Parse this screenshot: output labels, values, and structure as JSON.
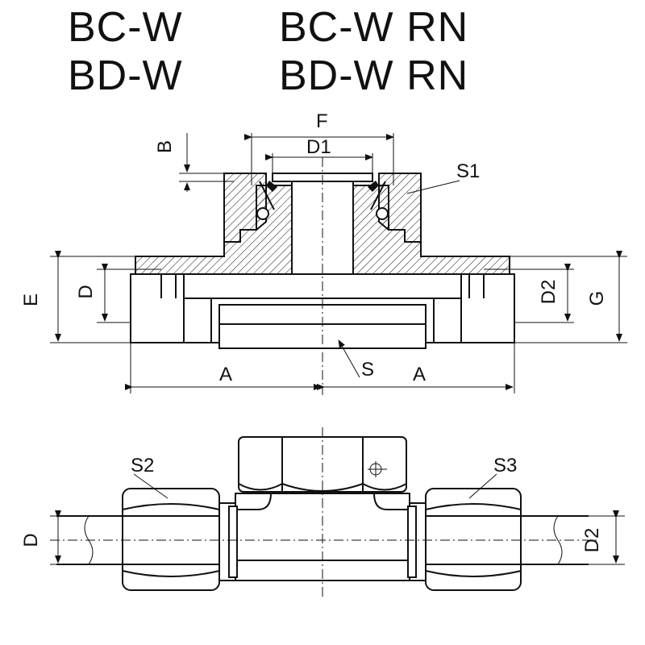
{
  "titles": {
    "row1_left": "BC-W",
    "row1_right": "BC-W RN",
    "row2_left": "BD-W",
    "row2_right": "BD-W RN"
  },
  "labels": {
    "F": "F",
    "B": "B",
    "D1": "D1",
    "S1": "S1",
    "E": "E",
    "D": "D",
    "D2": "D2",
    "G": "G",
    "A_left": "A",
    "S": "S",
    "A_right": "A",
    "S2": "S2",
    "S3": "S3",
    "D_bottom": "D",
    "D2_bottom": "D2"
  }
}
